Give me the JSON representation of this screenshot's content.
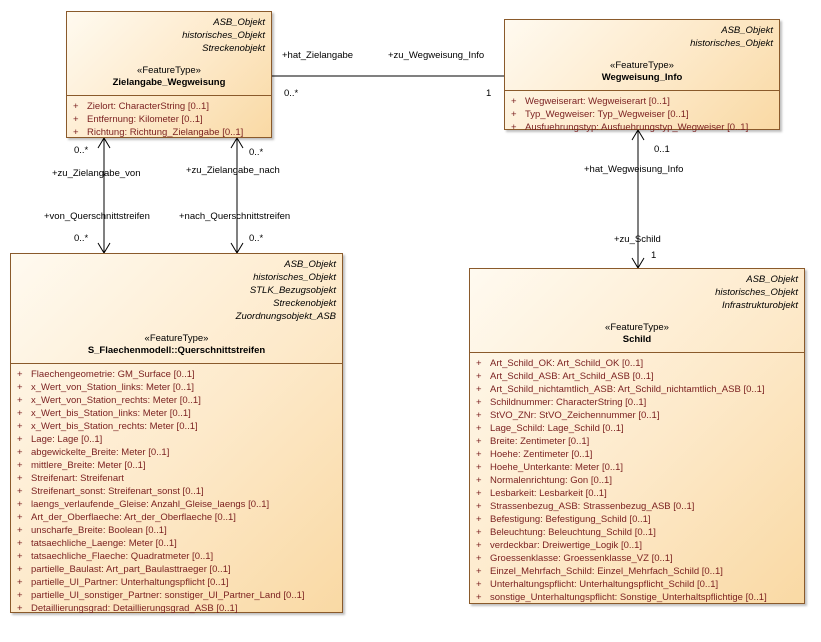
{
  "classes": {
    "zielangabe": {
      "stereotypes": [
        "ASB_Objekt",
        "historisches_Objekt",
        "Streckenobjekt"
      ],
      "feature_type": "«FeatureType»",
      "name": "Zielangabe_Wegweisung",
      "attributes": [
        "Zielort: CharacterString [0..1]",
        "Entfernung: Kilometer [0..1]",
        "Richtung: Richtung_Zielangabe [0..1]"
      ]
    },
    "wegweisung_info": {
      "stereotypes": [
        "ASB_Objekt",
        "historisches_Objekt"
      ],
      "feature_type": "«FeatureType»",
      "name": "Wegweisung_Info",
      "attributes": [
        "Wegweiserart: Wegweiserart [0..1]",
        "Typ_Wegweiser: Typ_Wegweiser [0..1]",
        "Ausfuehrungstyp: Ausfuehrungstyp_Wegweiser [0..1]"
      ]
    },
    "querschnittstreifen": {
      "stereotypes": [
        "ASB_Objekt",
        "historisches_Objekt",
        "STLK_Bezugsobjekt",
        "Streckenobjekt",
        "Zuordnungsobjekt_ASB"
      ],
      "feature_type": "«FeatureType»",
      "name": "S_Flaechenmodell::Querschnittstreifen",
      "attributes": [
        "Flaechengeometrie: GM_Surface [0..1]",
        "x_Wert_von_Station_links: Meter [0..1]",
        "x_Wert_von_Station_rechts: Meter [0..1]",
        "x_Wert_bis_Station_links: Meter [0..1]",
        "x_Wert_bis_Station_rechts: Meter [0..1]",
        "Lage: Lage [0..1]",
        "abgewickelte_Breite: Meter [0..1]",
        "mittlere_Breite: Meter [0..1]",
        "Streifenart: Streifenart",
        "Streifenart_sonst: Streifenart_sonst [0..1]",
        "laengs_verlaufende_Gleise: Anzahl_Gleise_laengs [0..1]",
        "Art_der_Oberflaeche: Art_der_Oberflaeche [0..1]",
        "unscharfe_Breite: Boolean [0..1]",
        "tatsaechliche_Laenge: Meter [0..1]",
        "tatsaechliche_Flaeche: Quadratmeter [0..1]",
        "partielle_Baulast: Art_part_Baulasttraeger [0..1]",
        "partielle_UI_Partner: Unterhaltungspflicht [0..1]",
        "partielle_UI_sonstiger_Partner: sonstiger_UI_Partner_Land [0..1]",
        "Detaillierungsgrad: Detaillierungsgrad_ASB [0..1]"
      ]
    },
    "schild": {
      "stereotypes": [
        "ASB_Objekt",
        "historisches_Objekt",
        "Infrastrukturobjekt"
      ],
      "feature_type": "«FeatureType»",
      "name": "Schild",
      "attributes": [
        "Art_Schild_OK: Art_Schild_OK [0..1]",
        "Art_Schild_ASB: Art_Schild_ASB [0..1]",
        "Art_Schild_nichtamtlich_ASB: Art_Schild_nichtamtlich_ASB [0..1]",
        "Schildnummer: CharacterString [0..1]",
        "StVO_ZNr: StVO_Zeichennummer [0..1]",
        "Lage_Schild: Lage_Schild [0..1]",
        "Breite: Zentimeter [0..1]",
        "Hoehe: Zentimeter [0..1]",
        "Hoehe_Unterkante: Meter [0..1]",
        "Normalenrichtung: Gon [0..1]",
        "Lesbarkeit: Lesbarkeit [0..1]",
        "Strassenbezug_ASB: Strassenbezug_ASB [0..1]",
        "Befestigung: Befestigung_Schild [0..1]",
        "Beleuchtung: Beleuchtung_Schild [0..1]",
        "verdeckbar: Dreiwertige_Logik [0..1]",
        "Groessenklasse: Groessenklasse_VZ [0..1]",
        "Einzel_Mehrfach_Schild: Einzel_Mehrfach_Schild [0..1]",
        "Unterhaltungspflicht: Unterhaltungspflicht_Schild [0..1]",
        "sonstige_Unterhaltungspflicht: Sonstige_Unterhaltspflichtige [0..1]"
      ]
    }
  },
  "attr_marker": "+",
  "associations": {
    "hat_zielangabe": "+hat_Zielangabe",
    "zu_wegweisung_info": "+zu_Wegweisung_Info",
    "mult_zw_left": "0..*",
    "mult_zw_right": "1",
    "zu_zielangabe_von": "+zu_Zielangabe_von",
    "von_querschnittstreifen": "+von_Querschnittstreifen",
    "mult_von_top": "0..*",
    "mult_von_bottom": "0..*",
    "zu_zielangabe_nach": "+zu_Zielangabe_nach",
    "nach_querschnittstreifen": "+nach_Querschnittstreifen",
    "mult_nach_top": "0..*",
    "mult_nach_bottom": "0..*",
    "hat_wegweisung_info": "+hat_Wegweisung_Info",
    "zu_schild": "+zu_Schild",
    "mult_ws_top": "0..1",
    "mult_ws_bottom": "1"
  }
}
